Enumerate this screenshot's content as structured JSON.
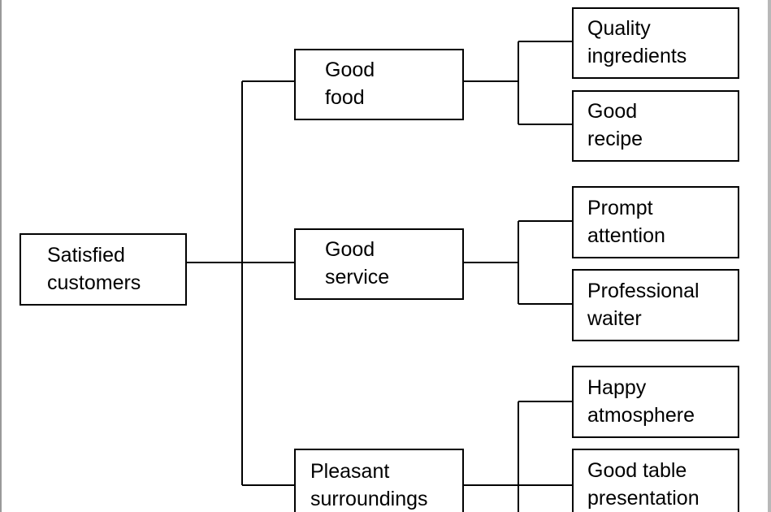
{
  "diagram": {
    "root": {
      "label": "Satisfied\ncustomers"
    },
    "branches": [
      {
        "label": "Good\nfood",
        "children": [
          {
            "label": "Quality\ningredients"
          },
          {
            "label": "Good\nrecipe"
          }
        ]
      },
      {
        "label": "Good\nservice",
        "children": [
          {
            "label": "Prompt\nattention"
          },
          {
            "label": "Professional\nwaiter"
          }
        ]
      },
      {
        "label": "Pleasant\nsurroundings",
        "children": [
          {
            "label": "Happy\natmosphere"
          },
          {
            "label": "Good table\npresentation"
          }
        ]
      }
    ]
  }
}
